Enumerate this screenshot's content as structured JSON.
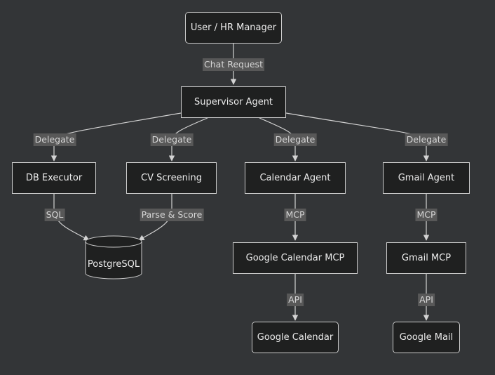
{
  "nodes": {
    "user": "User / HR Manager",
    "supervisor": "Supervisor Agent",
    "db_executor": "DB Executor",
    "cv_screening": "CV Screening",
    "calendar_agent": "Calendar Agent",
    "gmail_agent": "Gmail Agent",
    "postgres": "PostgreSQL",
    "gcal_mcp": "Google Calendar MCP",
    "gmail_mcp": "Gmail MCP",
    "gcal": "Google Calendar",
    "gmail": "Google Mail"
  },
  "edges": {
    "chat_request": "Chat Request",
    "delegate_db": "Delegate",
    "delegate_cv": "Delegate",
    "delegate_calendar": "Delegate",
    "delegate_gmail": "Delegate",
    "sql": "SQL",
    "parse_score": "Parse & Score",
    "mcp_calendar": "MCP",
    "mcp_gmail": "MCP",
    "api_calendar": "API",
    "api_gmail": "API"
  },
  "colors": {
    "background": "#333537",
    "node_fill": "#1f2020",
    "node_border": "#cccccc",
    "edge_label_bg": "#585858"
  }
}
